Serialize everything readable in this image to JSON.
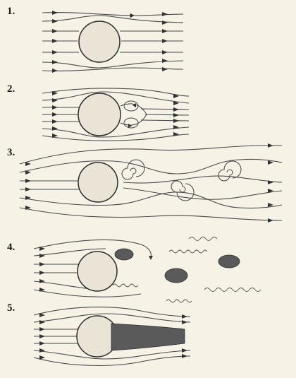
{
  "panels": [
    {
      "label": "1."
    },
    {
      "label": "2."
    },
    {
      "label": "3."
    },
    {
      "label": "4."
    },
    {
      "label": "5."
    }
  ]
}
